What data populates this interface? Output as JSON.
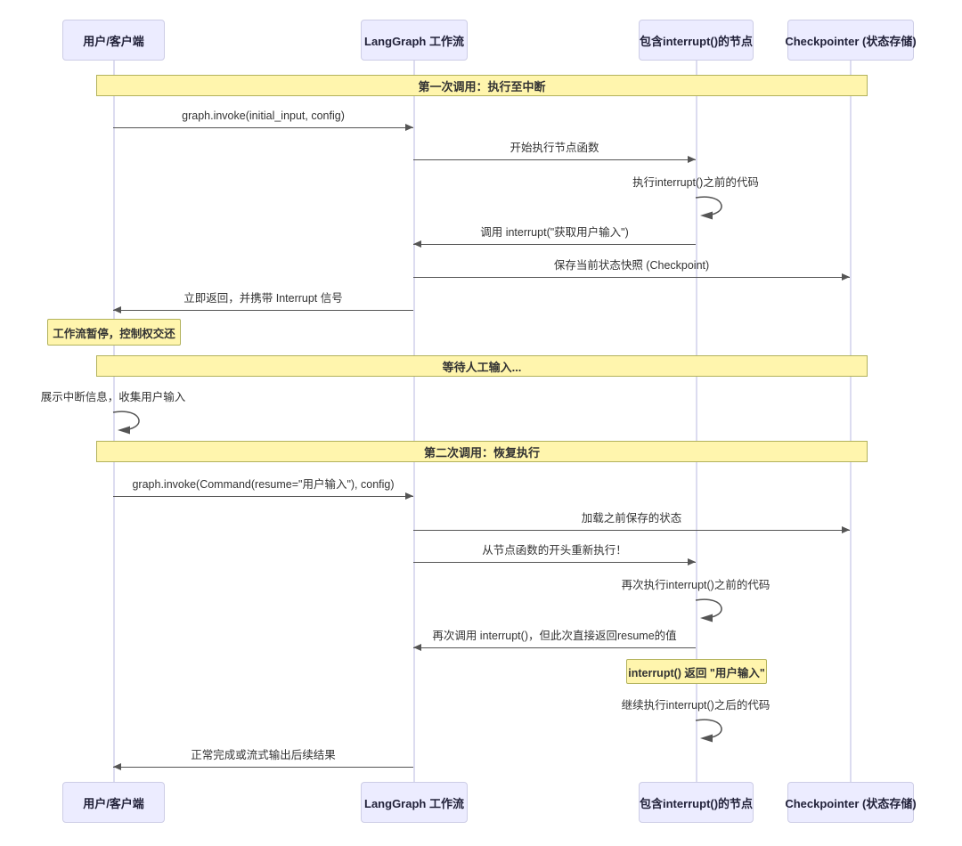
{
  "diagram": {
    "type": "sequence-diagram",
    "topic": "LangGraph interrupt() human-in-the-loop flow",
    "colors": {
      "actor_fill": "#ECECFF",
      "actor_border": "#cdcde6",
      "note_fill": "#fff5ad",
      "note_border": "#b2b25c",
      "lifeline": "#dcdcf0",
      "arrow": "#555555",
      "text": "#333333",
      "background": "#ffffff"
    },
    "actors": [
      {
        "label": "用户/客户端"
      },
      {
        "label": "LangGraph 工作流"
      },
      {
        "label": "包含interrupt()的节点"
      },
      {
        "label": "Checkpointer (状态存储)"
      }
    ],
    "sections": [
      {
        "label": "第一次调用：执行至中断"
      },
      {
        "label": "等待人工输入..."
      },
      {
        "label": "第二次调用：恢复执行"
      }
    ],
    "messages": [
      {
        "text": "graph.invoke(initial_input, config)",
        "from": "用户/客户端",
        "to": "LangGraph 工作流",
        "direction": "right"
      },
      {
        "text": "开始执行节点函数",
        "from": "LangGraph 工作流",
        "to": "包含interrupt()的节点",
        "direction": "right"
      },
      {
        "text": "调用 interrupt(\"获取用户输入\")",
        "from": "包含interrupt()的节点",
        "to": "LangGraph 工作流",
        "direction": "left"
      },
      {
        "text": "保存当前状态快照 (Checkpoint)",
        "from": "LangGraph 工作流",
        "to": "Checkpointer (状态存储)",
        "direction": "right"
      },
      {
        "text": "立即返回，并携带 Interrupt 信号",
        "from": "LangGraph 工作流",
        "to": "用户/客户端",
        "direction": "left"
      },
      {
        "text": "graph.invoke(Command(resume=\"用户输入\"), config)",
        "from": "用户/客户端",
        "to": "LangGraph 工作流",
        "direction": "right"
      },
      {
        "text": "加载之前保存的状态",
        "from": "LangGraph 工作流",
        "to": "Checkpointer (状态存储)",
        "direction": "right"
      },
      {
        "text": "从节点函数的开头重新执行！",
        "from": "LangGraph 工作流",
        "to": "包含interrupt()的节点",
        "direction": "right"
      },
      {
        "text": "再次调用 interrupt()，但此次直接返回resume的值",
        "from": "包含interrupt()的节点",
        "to": "LangGraph 工作流",
        "direction": "left"
      },
      {
        "text": "正常完成或流式输出后续结果",
        "from": "LangGraph 工作流",
        "to": "用户/客户端",
        "direction": "left"
      }
    ],
    "self_messages": [
      {
        "text": "执行interrupt()之前的代码",
        "actor": "包含interrupt()的节点"
      },
      {
        "text": "展示中断信息，收集用户输入",
        "actor": "用户/客户端"
      },
      {
        "text": "再次执行interrupt()之前的代码",
        "actor": "包含interrupt()的节点"
      },
      {
        "text": "继续执行interrupt()之后的代码",
        "actor": "包含interrupt()的节点"
      }
    ],
    "notes": [
      {
        "text": "工作流暂停，控制权交还",
        "over": "用户/客户端"
      },
      {
        "text": "interrupt() 返回 \"用户输入\"",
        "over": "包含interrupt()的节点"
      }
    ]
  }
}
